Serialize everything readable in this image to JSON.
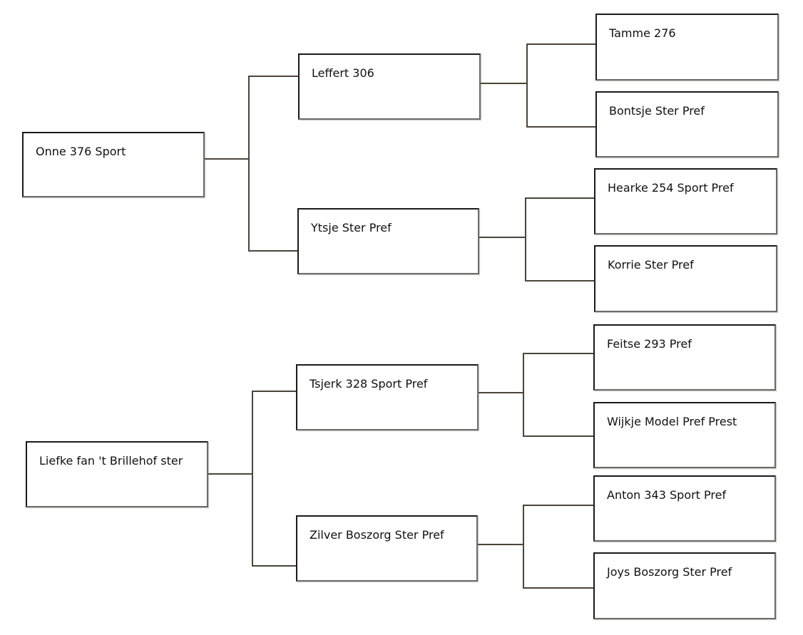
{
  "pedigree": {
    "subject_1": {
      "name": "Onne 376 Sport",
      "sire": {
        "name": "Leffert 306",
        "sire": {
          "name": "Tamme 276"
        },
        "dam": {
          "name": "Bontsje Ster Pref"
        }
      },
      "dam": {
        "name": "Ytsje Ster Pref",
        "sire": {
          "name": "Hearke 254 Sport Pref"
        },
        "dam": {
          "name": "Korrie Ster Pref"
        }
      }
    },
    "subject_2": {
      "name": "Liefke fan 't Brillehof ster",
      "sire": {
        "name": "Tsjerk 328 Sport Pref",
        "sire": {
          "name": "Feitse 293 Pref"
        },
        "dam": {
          "name": "Wijkje Model Pref Prest"
        }
      },
      "dam": {
        "name": "Zilver Boszorg Ster Pref",
        "sire": {
          "name": "Anton 343 Sport Pref"
        },
        "dam": {
          "name": "Joys Boszorg Ster Pref"
        }
      }
    }
  },
  "colors": {
    "box_border": "#1a1a1a",
    "connector": "#4a4538",
    "text": "#111111",
    "background": "#ffffff"
  }
}
